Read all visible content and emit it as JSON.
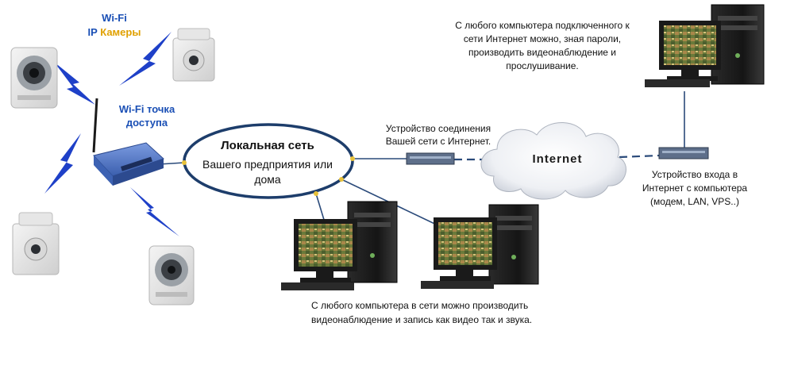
{
  "wifi_cameras_label": {
    "line1": "Wi-Fi",
    "line2_prefix": "IP",
    "line2_word": "Камеры"
  },
  "access_point_label": {
    "line1": "Wi-Fi точка",
    "line2": "доступа"
  },
  "local_network": {
    "title": "Локальная сеть",
    "subtitle_line1": "Вашего предприятия или",
    "subtitle_line2": "дома"
  },
  "gateway_label": {
    "line1": "Устройство соединения",
    "line2": "Вашей сети с Интернет."
  },
  "internet_label": "Internet",
  "remote_caption": {
    "line1": "С любого компьютера подключенного к",
    "line2": "сети Интернет можно, зная пароли,",
    "line3": "производить видеонаблюдение и",
    "line4": "прослушивание."
  },
  "access_device_label": {
    "line1": "Устройство входа в",
    "line2": "Интернет с компьютера",
    "line3": "(модем, LAN, VPS..)"
  },
  "local_caption": {
    "line1": "С любого компьютера в сети можно производить",
    "line2": "видеонаблюдение и запись как видео так и звука."
  },
  "colors": {
    "wifi_label": "#1a4fb5",
    "camera_word": "#e0a000",
    "lightning": "#1e40c8",
    "ellipse_border": "#1d3d6b",
    "cable": "#2a4a7a",
    "router_body": "#5a7fc8"
  }
}
